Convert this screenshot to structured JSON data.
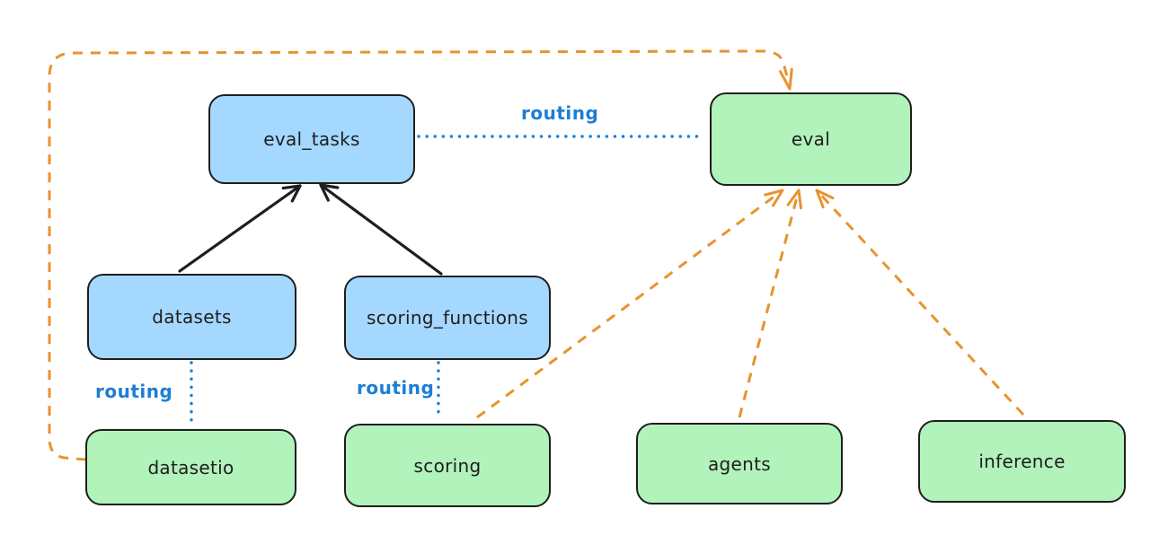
{
  "diagram": {
    "nodes": [
      {
        "id": "eval_tasks",
        "label": "eval_tasks",
        "color": "blue"
      },
      {
        "id": "eval",
        "label": "eval",
        "color": "green"
      },
      {
        "id": "datasets",
        "label": "datasets",
        "color": "blue"
      },
      {
        "id": "scoring_functions",
        "label": "scoring_functions",
        "color": "blue"
      },
      {
        "id": "datasetio",
        "label": "datasetio",
        "color": "green"
      },
      {
        "id": "scoring",
        "label": "scoring",
        "color": "green"
      },
      {
        "id": "agents",
        "label": "agents",
        "color": "green"
      },
      {
        "id": "inference",
        "label": "inference",
        "color": "green"
      }
    ],
    "edges": [
      {
        "from": "datasets",
        "to": "eval_tasks",
        "style": "solid-black-arrow"
      },
      {
        "from": "scoring_functions",
        "to": "eval_tasks",
        "style": "solid-black-arrow"
      },
      {
        "from": "eval_tasks",
        "to": "eval",
        "style": "dotted-blue",
        "label": "routing"
      },
      {
        "from": "datasets",
        "to": "datasetio",
        "style": "dotted-blue",
        "label": "routing"
      },
      {
        "from": "scoring_functions",
        "to": "scoring",
        "style": "dotted-blue",
        "label": "routing"
      },
      {
        "from": "scoring",
        "to": "eval",
        "style": "dashed-orange-arrow"
      },
      {
        "from": "agents",
        "to": "eval",
        "style": "dashed-orange-arrow"
      },
      {
        "from": "inference",
        "to": "eval",
        "style": "dashed-orange-arrow"
      },
      {
        "from": "datasetio",
        "to": "eval",
        "style": "dashed-orange-arrow"
      }
    ],
    "colors": {
      "background": "#ffffff",
      "node_border": "#1e1e1e",
      "node_blue_fill": "#a5d8ff",
      "node_green_fill": "#b2f2bb",
      "arrow_black": "#1e1e1e",
      "arrow_orange": "#e8932d",
      "routing_blue": "#1c7ed6"
    }
  }
}
